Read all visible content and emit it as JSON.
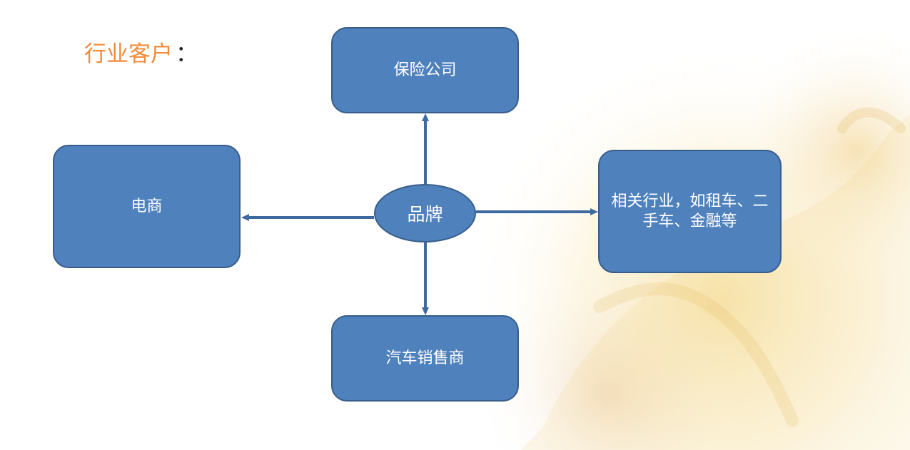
{
  "title": {
    "text": "行业客户",
    "colon": "："
  },
  "diagram": {
    "center": {
      "label": "品牌"
    },
    "nodes": {
      "insurance": {
        "label": "保险公司"
      },
      "ecommerce": {
        "label": "电商"
      },
      "related": {
        "label": "相关行业，如租车、二手车、金融等"
      },
      "dealer": {
        "label": "汽车销售商"
      }
    },
    "edges": [
      {
        "from": "品牌",
        "to": "保险公司"
      },
      {
        "from": "品牌",
        "to": "电商"
      },
      {
        "from": "品牌",
        "to": "相关行业，如租车、二手车、金融等"
      },
      {
        "from": "品牌",
        "to": "汽车销售商"
      }
    ]
  },
  "colors": {
    "node_fill": "#4f81bd",
    "node_border": "#385d8a",
    "title_accent": "#f28b3a",
    "background_art": "#f3cf6b"
  }
}
